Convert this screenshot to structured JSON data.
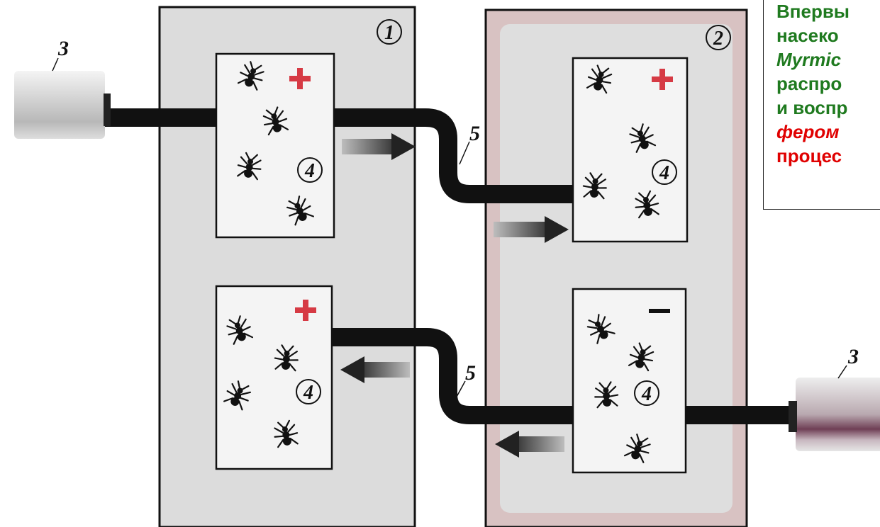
{
  "figure": {
    "panels": [
      {
        "id": "panel-1",
        "number_label": "1"
      },
      {
        "id": "panel-2",
        "number_label": "2"
      }
    ],
    "source_labels": [
      "3",
      "3"
    ],
    "tube_labels": [
      "5",
      "5"
    ],
    "nest_labels": [
      "4",
      "4",
      "4",
      "4"
    ],
    "nest_signs": [
      "+",
      "+",
      "+",
      "—"
    ],
    "colors": {
      "panel_1_fill": "#dcdcdc",
      "panel_2_fill": "#dcdcdc",
      "panel_2_border": "#c9a7a7",
      "plus_sign": "#d63a44",
      "tube": "#111111",
      "caption_green": "#1f7a1f",
      "caption_red": "#e00000"
    }
  },
  "caption": {
    "lines": [
      {
        "text": "Впервы",
        "color": "green",
        "italic": false
      },
      {
        "text": "насеко",
        "color": "green",
        "italic": false
      },
      {
        "text": "Myrmic",
        "color": "green",
        "italic": true
      },
      {
        "text": "распро",
        "color": "green",
        "italic": false
      },
      {
        "text": "и воспр",
        "color": "green",
        "italic": false
      },
      {
        "text": "фером",
        "color": "red",
        "italic": true
      },
      {
        "text": "процес",
        "color": "red",
        "italic": false
      }
    ]
  }
}
